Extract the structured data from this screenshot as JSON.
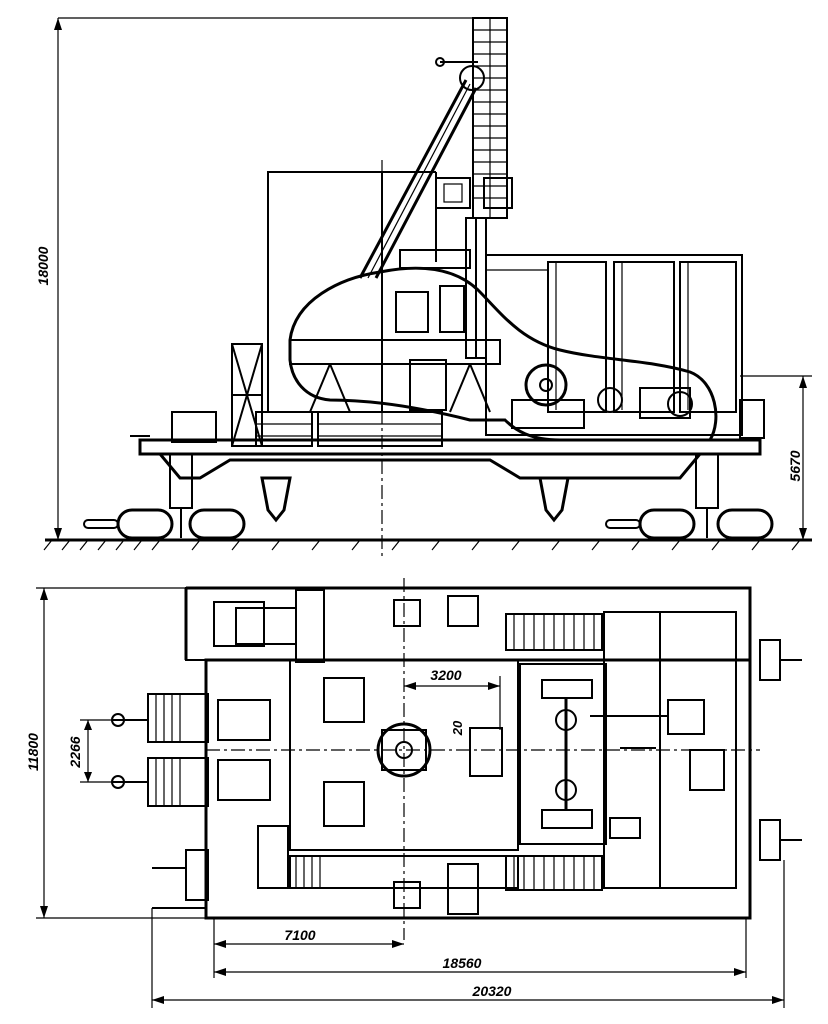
{
  "dimensions": {
    "side_height": "18000",
    "platform_height": "5670",
    "plan_width": "11800",
    "spacing_2266": "2266",
    "distance_3200": "3200",
    "small_20": "20",
    "distance_7100": "7100",
    "length_18560": "18560",
    "length_20320": "20320"
  }
}
